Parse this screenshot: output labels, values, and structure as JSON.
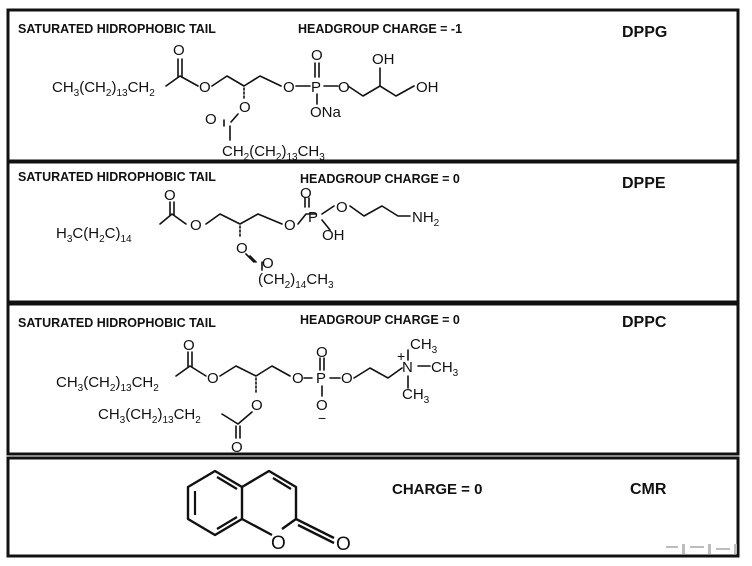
{
  "panels": [
    {
      "code": "DPPG",
      "tail_label": "SATURATED HIDROPHOBIC  TAIL",
      "charge_label": "HEADGROUP CHARGE = -1",
      "atoms": {
        "tail1": "CH3(CH2)13CH2",
        "tail2": "CH2(CH2)13CH3",
        "o1": "O",
        "o2": "O",
        "o3": "O",
        "o4": "O",
        "o5": "O",
        "o6": "O",
        "p": "P",
        "ona": "ONa",
        "oh1": "OH",
        "oh2": "OH"
      }
    },
    {
      "code": "DPPE",
      "tail_label": "SATURATED HIDROPHOBIC  TAIL",
      "charge_label": "HEADGROUP CHARGE = 0",
      "atoms": {
        "tail1": "H3C(H2C)14",
        "tail2": "(CH2)14CH3",
        "o1": "O",
        "o2": "O",
        "o3": "O",
        "o4": "O",
        "o5": "O",
        "o6": "O",
        "p": "P",
        "oh": "OH",
        "nh2": "NH2"
      }
    },
    {
      "code": "DPPC",
      "tail_label": "SATURATED HIDROPHOBIC  TAIL",
      "charge_label": "HEADGROUP CHARGE = 0",
      "atoms": {
        "tail1": "CH3(CH2)13CH2",
        "tail2": "CH3(CH2)13CH2",
        "o1": "O",
        "o2": "O",
        "o3": "O",
        "o4": "O",
        "o5": "O",
        "o6": "O",
        "p": "P",
        "o_minus": "O",
        "minus": "−",
        "n": "N",
        "plus": "+",
        "ch3a": "CH3",
        "ch3b": "CH3",
        "ch3c": "CH3"
      }
    },
    {
      "code": "CMR",
      "charge_label": "CHARGE = 0",
      "atoms": {
        "o_ring": "O",
        "o_keto": "O"
      }
    }
  ],
  "colors": {
    "border": "#111111",
    "background": "#ffffff"
  },
  "icons": {
    "watermark": "watermark-glyph"
  }
}
